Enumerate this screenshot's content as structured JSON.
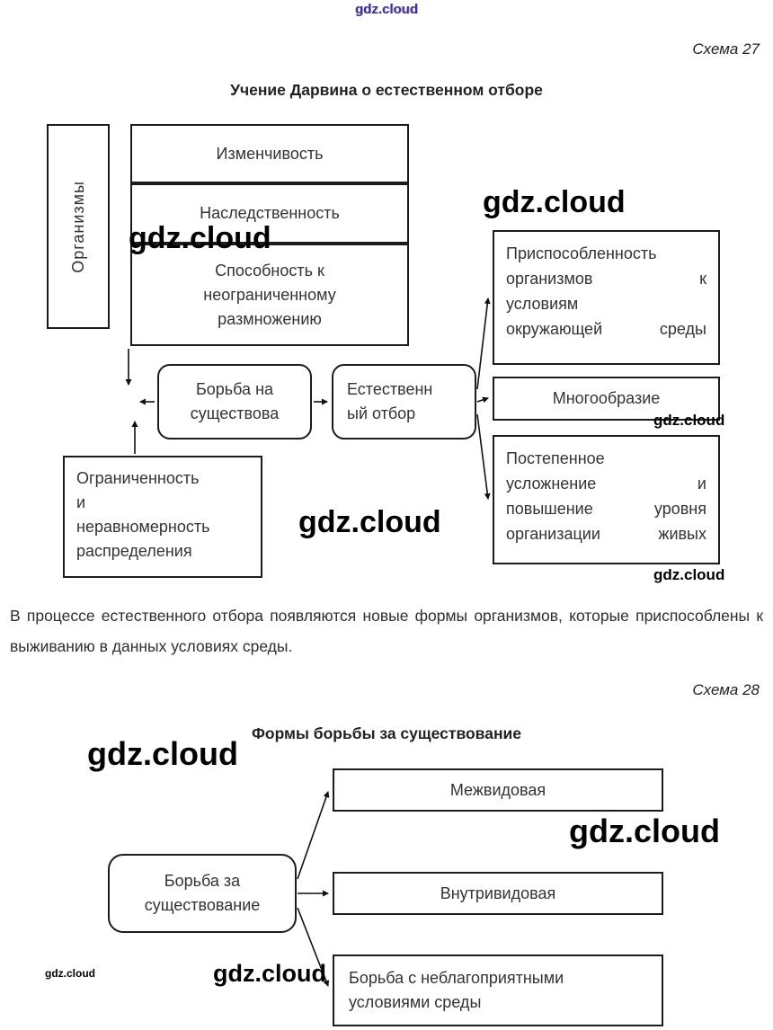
{
  "watermark": {
    "text": "gdz.cloud",
    "top_color": "#34349e"
  },
  "schema27": {
    "label": "Схема 27",
    "title": "Учение Дарвина о естественном отборе",
    "organisms": "Организмы",
    "properties": [
      {
        "label": "Изменчивость"
      },
      {
        "label": "Наследственность"
      },
      {
        "label": "Способность к неограниченному размножению"
      }
    ],
    "struggle": {
      "lines": [
        "Борьба на",
        "существова"
      ]
    },
    "selection": {
      "lines": [
        "Естественн",
        "ый отбор"
      ]
    },
    "results": [
      {
        "lines": [
          "Приспособленность",
          "организмов к",
          "условиям",
          "окружающей среды"
        ]
      },
      {
        "label": "Многообразие"
      },
      {
        "lines": [
          "Постепенное",
          "усложнение и",
          "повышение уровня",
          "организации живых"
        ]
      }
    ],
    "limitation": {
      "lines": [
        "Ограниченность",
        "и",
        "неравномерность",
        "распределения"
      ]
    },
    "paragraph": "В процессе естественного отбора появляются новые формы организмов, которые приспособлены к выживанию в данных условиях среды."
  },
  "schema28": {
    "label": "Схема 28",
    "title": "Формы борьбы за существование",
    "root": {
      "lines": [
        "Борьба за",
        "существование"
      ]
    },
    "forms": [
      {
        "label": "Межвидовая"
      },
      {
        "label": "Внутривидовая"
      },
      {
        "label": "Борьба с неблагоприятными условиями среды"
      }
    ]
  }
}
